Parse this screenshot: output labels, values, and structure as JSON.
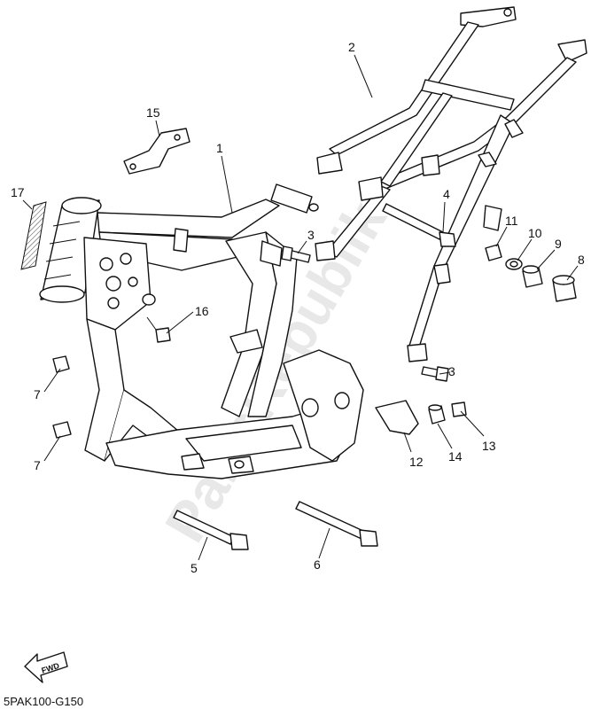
{
  "diagram": {
    "drawing_code": "5PAK100-G150",
    "watermark": "PartsRepublik",
    "fwd_label": "FWD",
    "callouts": [
      {
        "id": "c1",
        "label": "1"
      },
      {
        "id": "c2",
        "label": "2"
      },
      {
        "id": "c3a",
        "label": "3"
      },
      {
        "id": "c3b",
        "label": "3"
      },
      {
        "id": "c4",
        "label": "4"
      },
      {
        "id": "c5",
        "label": "5"
      },
      {
        "id": "c6",
        "label": "6"
      },
      {
        "id": "c7a",
        "label": "7"
      },
      {
        "id": "c7b",
        "label": "7"
      },
      {
        "id": "c8",
        "label": "8"
      },
      {
        "id": "c9",
        "label": "9"
      },
      {
        "id": "c10",
        "label": "10"
      },
      {
        "id": "c11",
        "label": "11"
      },
      {
        "id": "c12",
        "label": "12"
      },
      {
        "id": "c13",
        "label": "13"
      },
      {
        "id": "c14",
        "label": "14"
      },
      {
        "id": "c15",
        "label": "15"
      },
      {
        "id": "c16",
        "label": "16"
      },
      {
        "id": "c17",
        "label": "17"
      }
    ]
  }
}
